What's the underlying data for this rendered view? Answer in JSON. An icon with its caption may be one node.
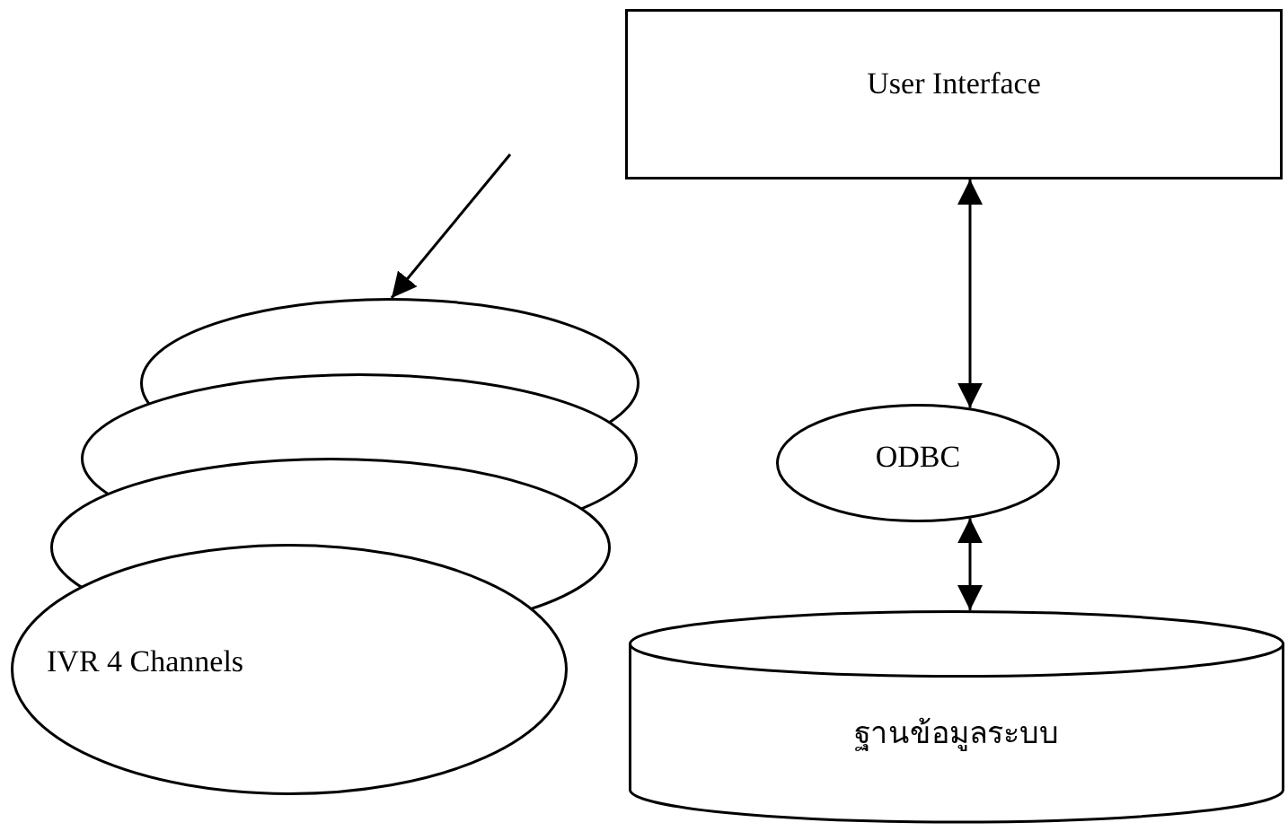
{
  "diagram": {
    "nodes": [
      {
        "text": [
          "User Interface"
        ]
      },
      {
        "text": [],
        "shape": "ellipse"
      },
      {
        "text": [],
        "shape": "ellipse"
      },
      {
        "text": [],
        "shape": "ellipse"
      },
      {
        "text": [
          "IVR 4 Channels"
        ]
      },
      {
        "text": [
          "ODBC"
        ]
      },
      {
        "text": [
          "ฐานข้อมูลระบบ"
        ]
      }
    ],
    "edges": [
      {
        "from": null,
        "to": 1,
        "arrow": "to"
      },
      {
        "from": 0,
        "to": 5,
        "arrow": "both"
      },
      {
        "from": 5,
        "to": 6,
        "arrow": "both"
      }
    ]
  }
}
